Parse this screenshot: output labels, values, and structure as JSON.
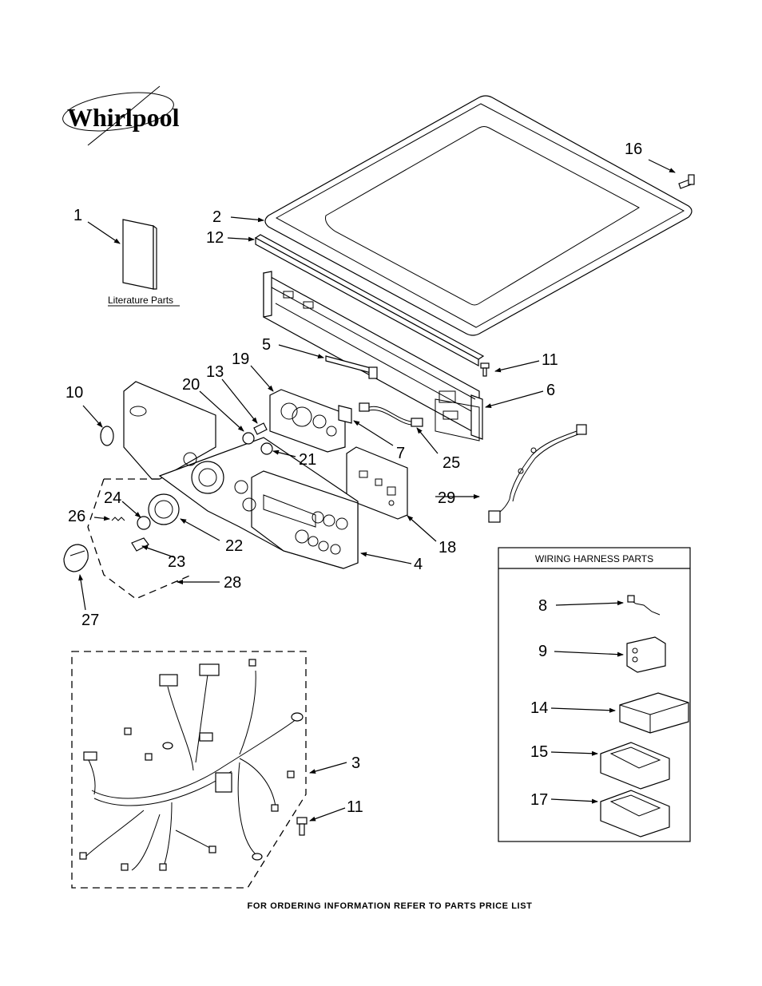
{
  "brand": "Whirlpool",
  "literature_label": "Literature Parts",
  "wiring_box_title": "WIRING HARNESS PARTS",
  "footer": "FOR ORDERING INFORMATION REFER TO PARTS PRICE LIST",
  "callouts": {
    "c1": "1",
    "c2": "2",
    "c3": "3",
    "c4": "4",
    "c5": "5",
    "c6": "6",
    "c7": "7",
    "c8": "8",
    "c9": "9",
    "c10": "10",
    "c11a": "11",
    "c11b": "11",
    "c12": "12",
    "c13": "13",
    "c14": "14",
    "c15": "15",
    "c16": "16",
    "c17": "17",
    "c18": "18",
    "c19": "19",
    "c20": "20",
    "c21": "21",
    "c22": "22",
    "c23": "23",
    "c24": "24",
    "c25": "25",
    "c26": "26",
    "c27": "27",
    "c28": "28",
    "c29": "29"
  }
}
